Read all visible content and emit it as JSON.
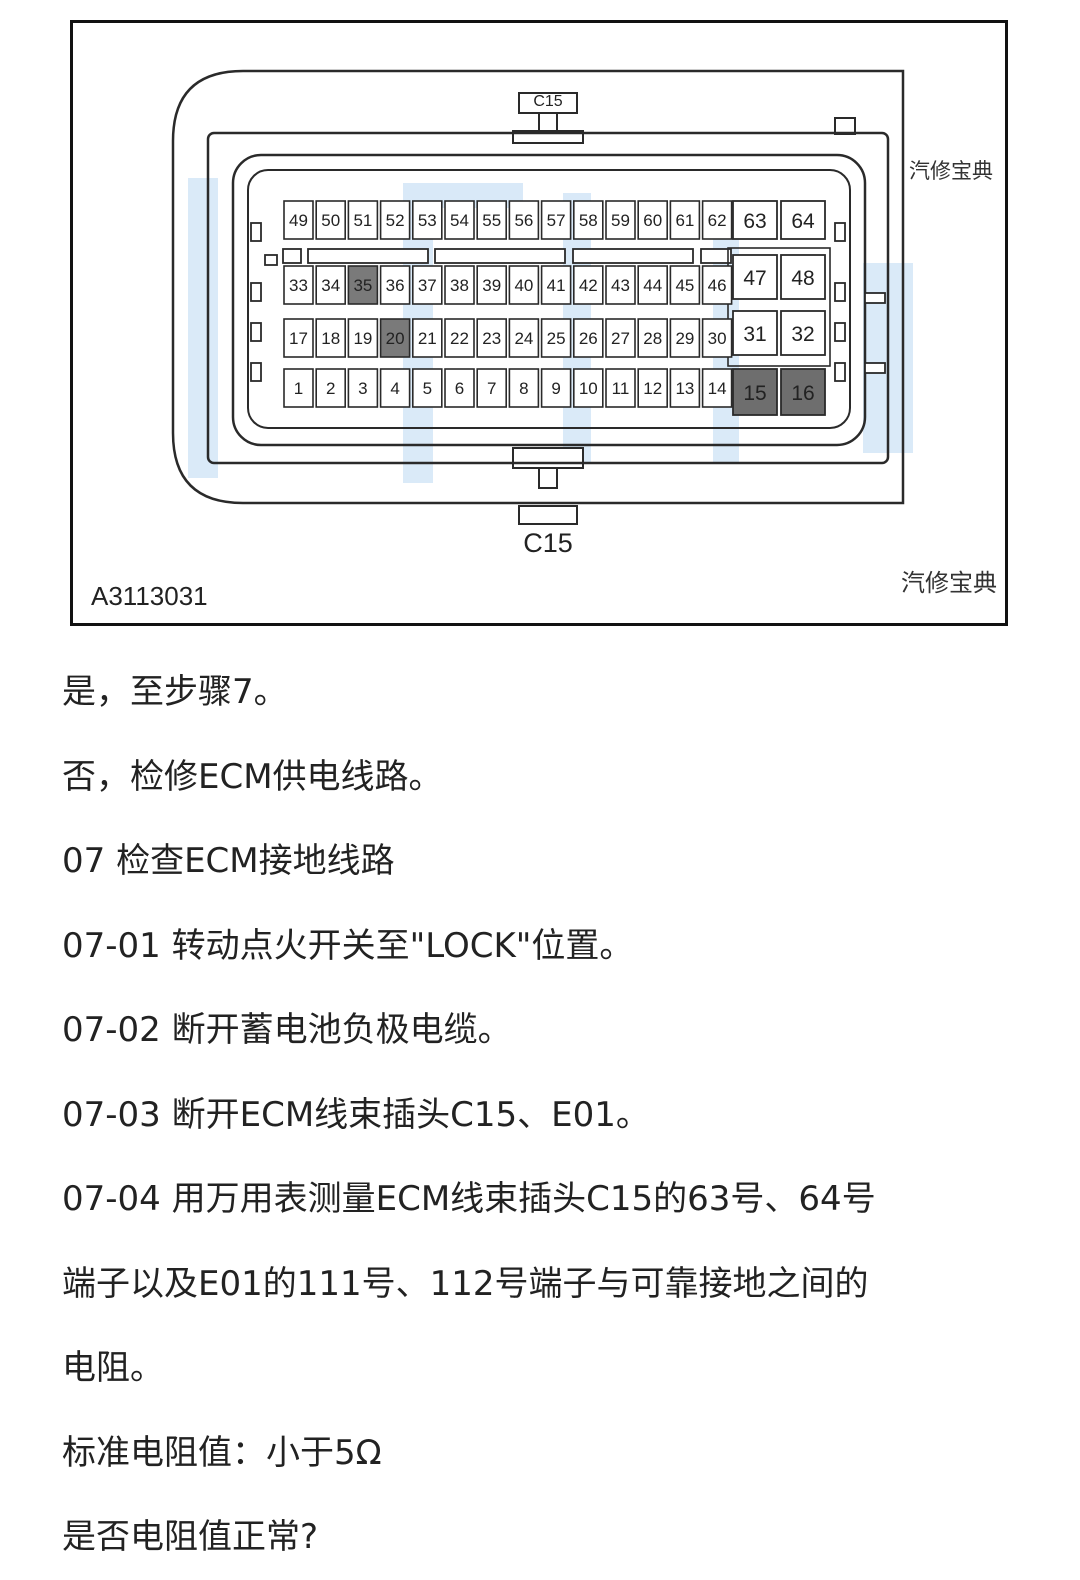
{
  "figure": {
    "connector_top_label": "C15",
    "connector_bottom_label": "C15",
    "figure_code": "A3113031",
    "watermark_top": "汽修宝典",
    "watermark_bottom": "汽修宝典",
    "rows": [
      {
        "pins": [
          "49",
          "50",
          "51",
          "52",
          "53",
          "54",
          "55",
          "56",
          "57",
          "58",
          "59",
          "60",
          "61",
          "62"
        ],
        "large": [
          "63",
          "64"
        ]
      },
      {
        "pins": [
          "33",
          "34",
          "35",
          "36",
          "37",
          "38",
          "39",
          "40",
          "41",
          "42",
          "43",
          "44",
          "45",
          "46"
        ],
        "large": [
          "47",
          "48"
        ]
      },
      {
        "pins": [
          "17",
          "18",
          "19",
          "20",
          "21",
          "22",
          "23",
          "24",
          "25",
          "26",
          "27",
          "28",
          "29",
          "30"
        ],
        "large": [
          "31",
          "32"
        ]
      },
      {
        "pins": [
          "1",
          "2",
          "3",
          "4",
          "5",
          "6",
          "7",
          "8",
          "9",
          "10",
          "11",
          "12",
          "13",
          "14"
        ],
        "large": [
          "15",
          "16"
        ]
      }
    ],
    "shaded_pins": [
      "35",
      "20",
      "15",
      "16"
    ],
    "colors": {
      "shaded_small": "#7a7a7a",
      "shaded_large": "#6e6e6e",
      "line": "#2a2a2a",
      "watermark_blue": "#cfe3f5"
    }
  },
  "paragraphs": [
    "是，至步骤7。",
    "否，检修ECM供电线路。",
    "07 检查ECM接地线路",
    "07-01 转动点火开关至\"LOCK\"位置。",
    "07-02 断开蓄电池负极电缆。",
    "07-03 断开ECM线束插头C15、E01。",
    "07-04 用万用表测量ECM线束插头C15的63号、64号",
    "端子以及E01的111号、112号端子与可靠接地之间的",
    "电阻。",
    "标准电阻值：小于5Ω",
    "是否电阻值正常?"
  ]
}
